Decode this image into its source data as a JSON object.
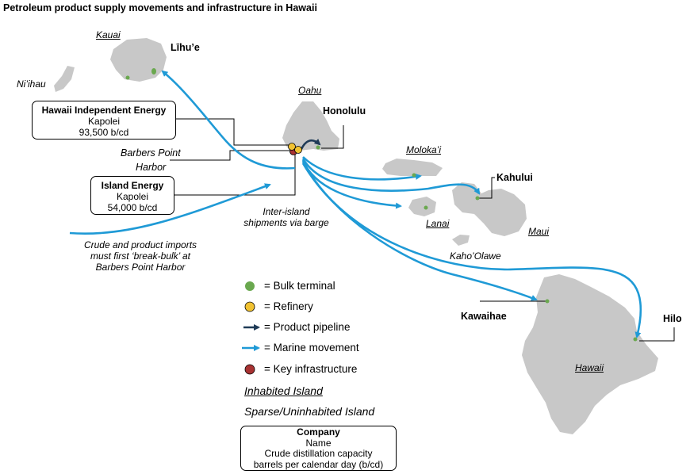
{
  "title": "Petroleum product supply movements and infrastructure in Hawaii",
  "islands": {
    "kauai": "Kauai",
    "nihau": "Ni’ihau",
    "oahu": "Oahu",
    "molokai": "Moloka’i",
    "lanai": "Lanai",
    "maui": "Maui",
    "kahoolawe": "Kaho’Olawe",
    "hawaii": "Hawaii"
  },
  "cities": {
    "lihue": "Līhu’e",
    "honolulu": "Honolulu",
    "kahului": "Kahului",
    "kawaihae": "Kawaihae",
    "hilo": "Hilo"
  },
  "refineries": [
    {
      "company": "Hawaii Independent Energy",
      "location": "Kapolei",
      "capacity": "93,500 b/cd"
    },
    {
      "company": "Island Energy",
      "location": "Kapolei",
      "capacity": "54,000 b/cd"
    }
  ],
  "annotations": {
    "barbers_line1": "Barbers Point",
    "barbers_line2": "Harbor",
    "interisland_line1": "Inter-island",
    "interisland_line2": "shipments via barge",
    "imports_line1": "Crude and product imports",
    "imports_line2": "must first ‘break-bulk’ at",
    "imports_line3": "Barbers Point Harbor"
  },
  "legend": {
    "bulk_terminal": "= Bulk terminal",
    "refinery": "= Refinery",
    "product_pipeline": "= Product pipeline",
    "marine_movement": "= Marine movement",
    "key_infrastructure": "= Key infrastructure",
    "inhabited": "Inhabited Island",
    "sparse": "Sparse/Uninhabited Island",
    "key_box": {
      "line1": "Company",
      "line2": "Name",
      "line3": "Crude distillation capacity",
      "line4": "barrels per calendar day (b/cd)"
    }
  },
  "colors": {
    "island": "#c8c8c8",
    "bulk_terminal": "#6aa84f",
    "refinery": "#f1c232",
    "key_infrastructure": "#a83232",
    "marine_arrow": "#1f9ad6",
    "pipeline_arrow": "#1f3b57"
  }
}
